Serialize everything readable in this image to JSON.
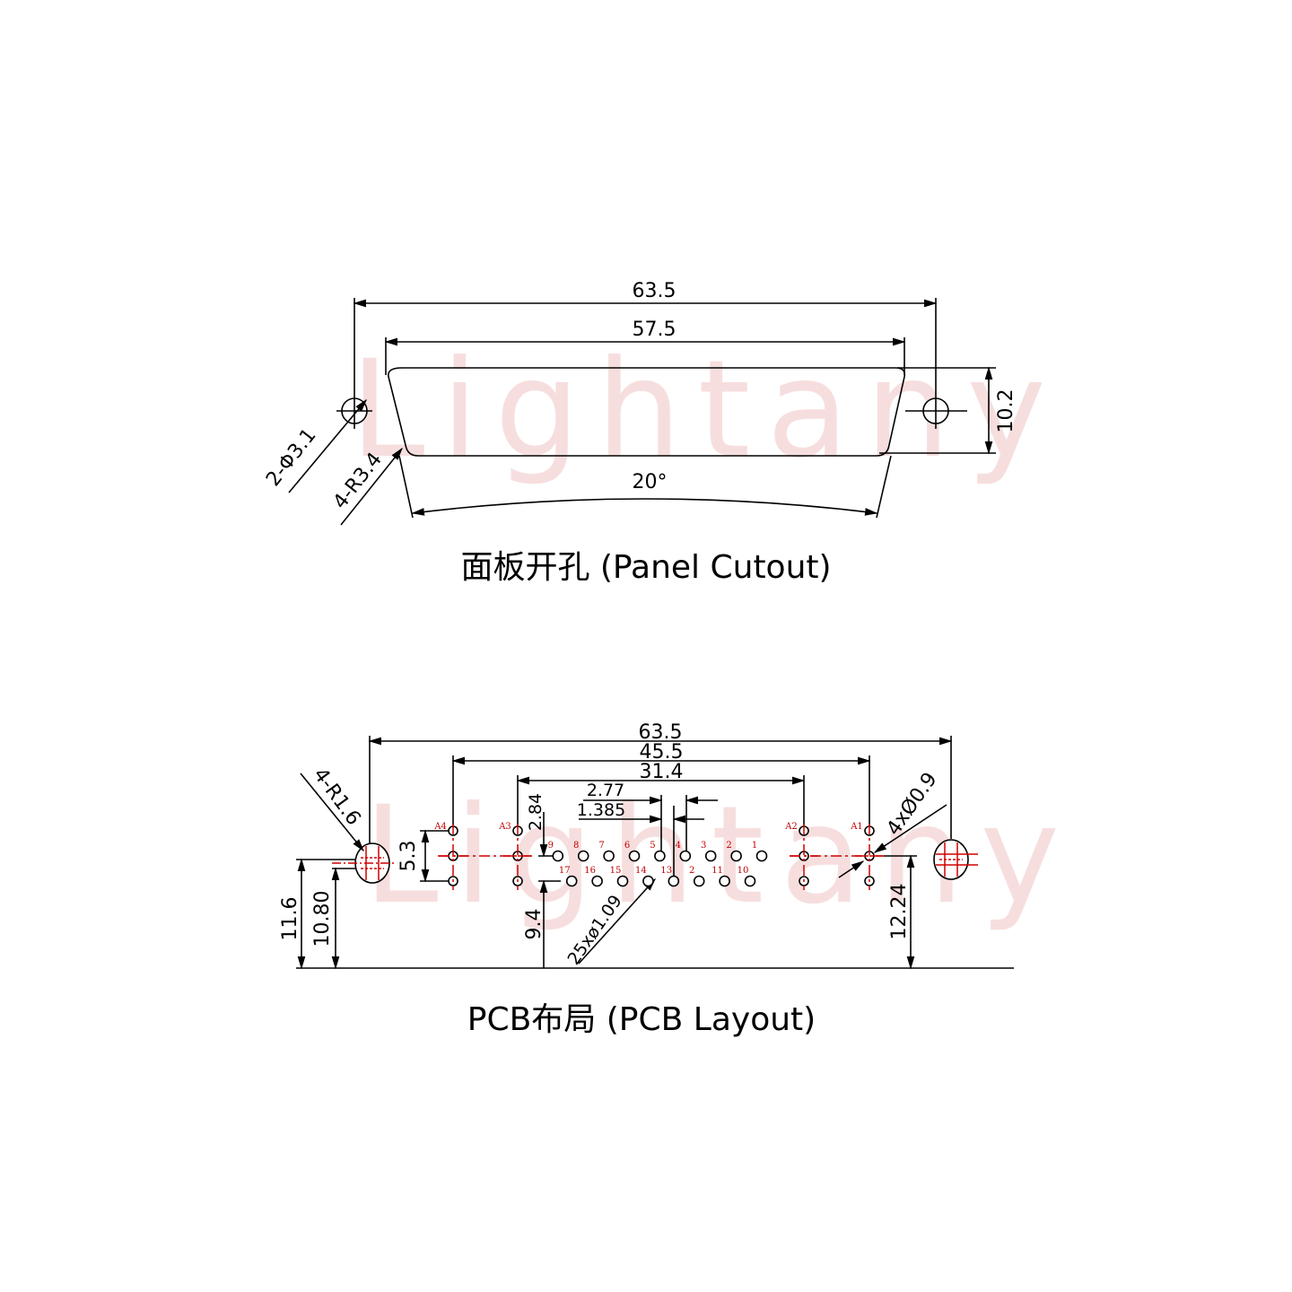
{
  "watermark": "Lightany",
  "panel": {
    "title": "面板开孔 (Panel Cutout)",
    "dim_overall": "63.5",
    "dim_cutout": "57.5",
    "dim_height": "10.2",
    "dim_hole": "2-Φ3.1",
    "dim_radius": "4-R3.4",
    "dim_angle": "20°"
  },
  "pcb": {
    "title": "PCB布局 (PCB Layout)",
    "dim_overall": "63.5",
    "dim_mount": "45.5",
    "dim_inner": "31.4",
    "dim_pitch": "2.77",
    "dim_offset": "1.385",
    "dim_row": "2.84",
    "dim_col": "5.3",
    "dim_h1": "11.6",
    "dim_h2": "10.80",
    "dim_h3": "9.4",
    "dim_h4": "12.24",
    "dim_mount_hole": "4-R1.6",
    "dim_pin_hole": "25xø1.09",
    "dim_contact_hole": "4xØ0.9",
    "row1_pins": [
      "1",
      "2",
      "3",
      "4",
      "5",
      "6",
      "7",
      "8",
      "9"
    ],
    "row2_pins": [
      "10",
      "11",
      "2",
      "13",
      "14",
      "15",
      "16",
      "17"
    ],
    "coax_labels": [
      "A1",
      "A2",
      "A3",
      "A4"
    ]
  }
}
